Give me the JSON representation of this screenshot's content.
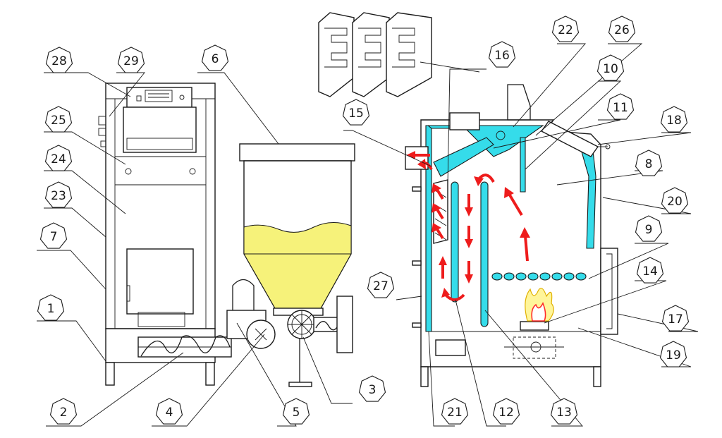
{
  "callouts": [
    {
      "n": "1"
    },
    {
      "n": "2"
    },
    {
      "n": "3"
    },
    {
      "n": "4"
    },
    {
      "n": "5"
    },
    {
      "n": "6"
    },
    {
      "n": "7"
    },
    {
      "n": "8"
    },
    {
      "n": "9"
    },
    {
      "n": "10"
    },
    {
      "n": "11"
    },
    {
      "n": "12"
    },
    {
      "n": "13"
    },
    {
      "n": "14"
    },
    {
      "n": "15"
    },
    {
      "n": "16"
    },
    {
      "n": "17"
    },
    {
      "n": "18"
    },
    {
      "n": "19"
    },
    {
      "n": "20"
    },
    {
      "n": "21"
    },
    {
      "n": "22"
    },
    {
      "n": "23"
    },
    {
      "n": "24"
    },
    {
      "n": "25"
    },
    {
      "n": "26"
    },
    {
      "n": "27"
    },
    {
      "n": "28"
    },
    {
      "n": "29"
    }
  ],
  "colors": {
    "water_jacket": "#35dcea",
    "pellets": "#f6f27a",
    "flow_arrows": "#ee1c1c",
    "line": "#1a1a1a"
  }
}
